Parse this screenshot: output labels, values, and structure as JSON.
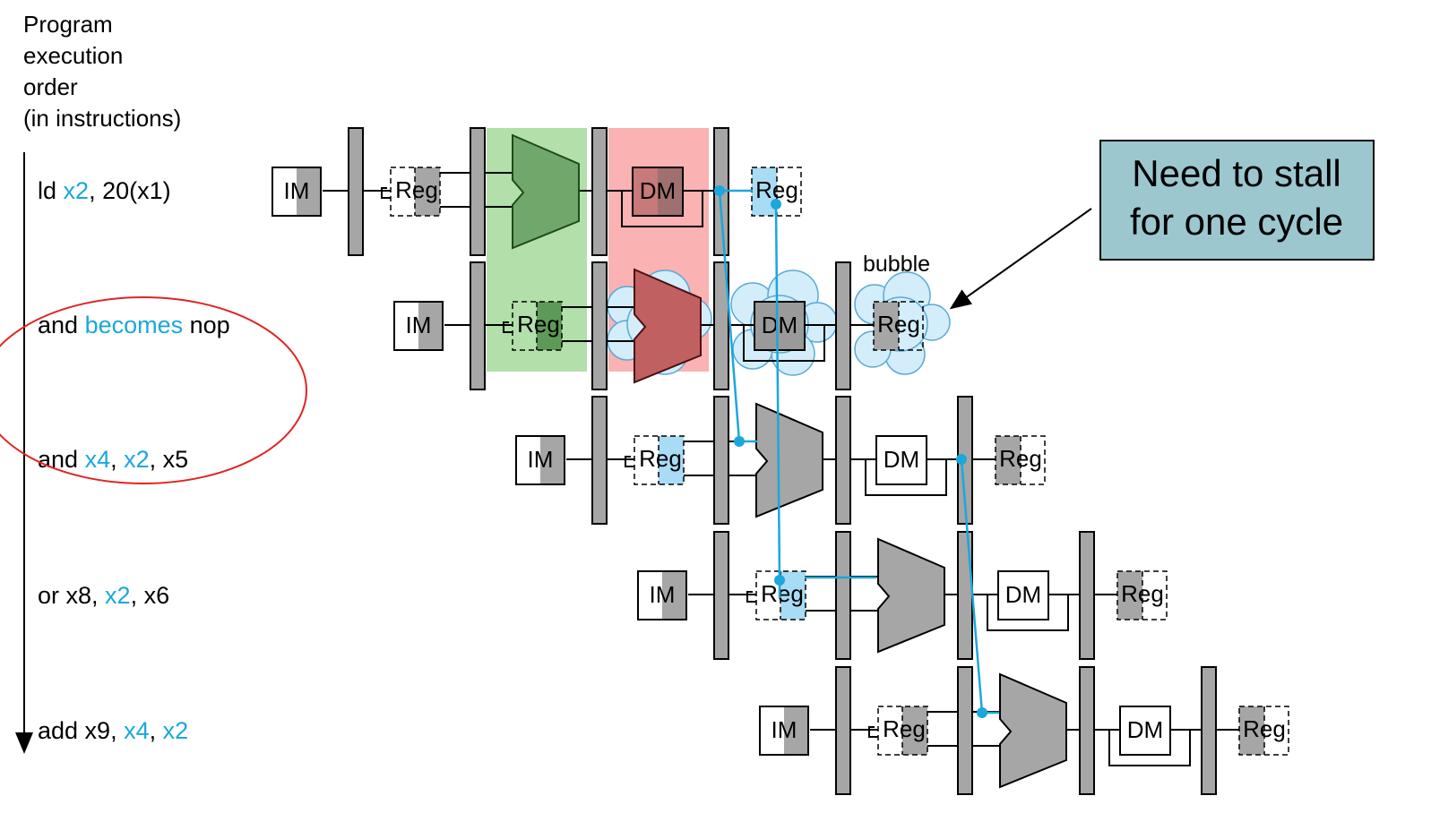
{
  "axis_label": [
    "Program",
    "execution",
    "order",
    "(in instructions)"
  ],
  "instructions": [
    [
      {
        "t": "ld "
      },
      {
        "t": "x2",
        "hl": true
      },
      {
        "t": ", 20(x1)"
      }
    ],
    [
      {
        "t": "and "
      },
      {
        "t": "becomes",
        "hl": true
      },
      {
        "t": " nop"
      }
    ],
    [
      {
        "t": "and "
      },
      {
        "t": "x4",
        "hl": true
      },
      {
        "t": ", "
      },
      {
        "t": "x2",
        "hl": true
      },
      {
        "t": ", x5"
      }
    ],
    [
      {
        "t": "or x8, "
      },
      {
        "t": "x2",
        "hl": true
      },
      {
        "t": ", x6"
      }
    ],
    [
      {
        "t": "add x9, "
      },
      {
        "t": "x4",
        "hl": true
      },
      {
        "t": ", "
      },
      {
        "t": "x2",
        "hl": true
      }
    ]
  ],
  "stage_labels": {
    "im": "IM",
    "reg": "Reg",
    "dm": "DM"
  },
  "bubble_label": "bubble",
  "callout": {
    "line1": "Need to stall",
    "line2": "for one cycle"
  },
  "colors": {
    "highlight_blue": "#1ba7dc",
    "light_blue": "#a8dcf4",
    "green_highlight": "#b2dfaa",
    "red_highlight": "#fbb2b2",
    "callout_fill": "#9dc7cf",
    "stage_gray": "#a6a6a6",
    "circle_red": "#e02424"
  }
}
